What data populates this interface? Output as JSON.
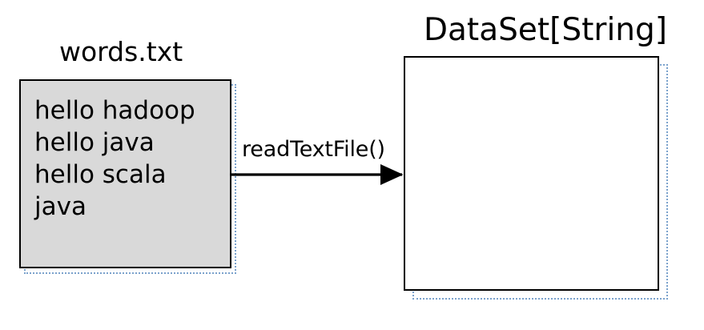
{
  "diagram": {
    "type": "data-flow",
    "background_color": "#ffffff",
    "nodes": [
      {
        "id": "source-file",
        "title": "words.txt",
        "shape": "rectangle",
        "fill_color": "#d9d9d9",
        "border_color": "#000000",
        "selected": true,
        "selection_color": "#7ba2cc",
        "lines": [
          "hello hadoop",
          "hello java",
          "hello scala",
          "java"
        ]
      },
      {
        "id": "dataset",
        "title": "DataSet[String]",
        "shape": "rectangle",
        "fill_color": "#ffffff",
        "border_color": "#000000",
        "selected": true,
        "selection_color": "#7ba2cc",
        "lines": []
      }
    ],
    "edges": [
      {
        "id": "read-edge",
        "label": "readTextFile()",
        "from": "source-file",
        "to": "dataset",
        "style": "solid",
        "color": "#000000",
        "arrowhead": "filled-triangle"
      }
    ]
  }
}
